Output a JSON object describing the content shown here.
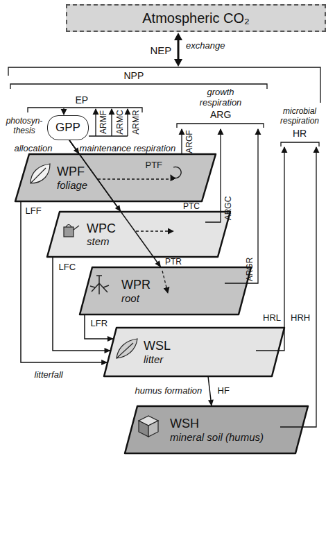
{
  "diagram": {
    "nodes": [
      {
        "text": [
          "Atmospheric CO₂"
        ]
      },
      {
        "text": [
          "GPP"
        ]
      },
      {
        "text": [
          "WPF",
          "foliage"
        ]
      },
      {
        "text": [
          "WPC",
          "stem"
        ]
      },
      {
        "text": [
          "WPR",
          "root"
        ]
      },
      {
        "text": [
          "WSL",
          "litter"
        ]
      },
      {
        "text": [
          "WSH",
          "mineral soil (humus)"
        ]
      }
    ],
    "edges": [
      {
        "from": 1,
        "to": 2,
        "arrow": "to"
      },
      {
        "from": 1,
        "to": 3,
        "arrow": "to"
      },
      {
        "from": 1,
        "to": 4,
        "arrow": "to"
      },
      {
        "from": 2,
        "to": 5,
        "label": "LFF",
        "arrow": "to"
      },
      {
        "from": 3,
        "to": 5,
        "label": "LFC",
        "arrow": "to"
      },
      {
        "from": 4,
        "to": 5,
        "label": "LFR",
        "arrow": "to"
      },
      {
        "from": 5,
        "to": 6,
        "label": "HF",
        "arrow": "to"
      }
    ],
    "labels": [
      "NEP",
      "exchange",
      "NPP",
      "EP",
      "photosyn- thesis",
      "ARMF",
      "ARMC",
      "ARMR",
      "maintenance respiration",
      "allocation",
      "growth respiration",
      "ARG",
      "ARGF",
      "ARGC",
      "ARGR",
      "microbial respiration",
      "HR",
      "PTF",
      "PTC",
      "PTR",
      "HRL",
      "HRH",
      "litterfall",
      "humus formation"
    ]
  }
}
